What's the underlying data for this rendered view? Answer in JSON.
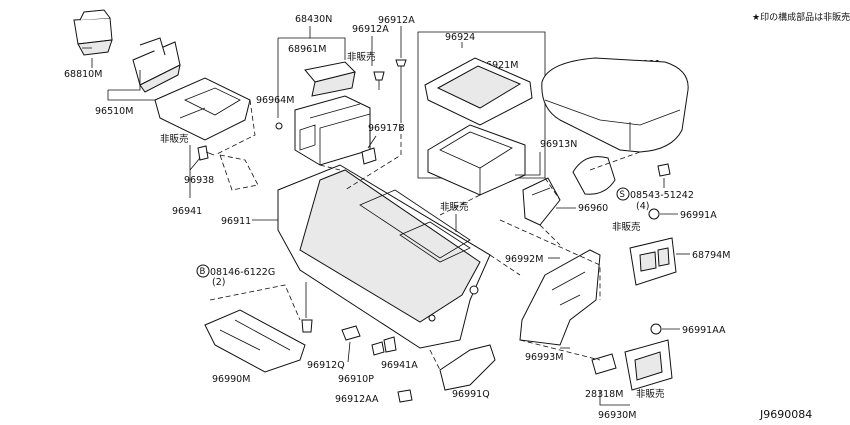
{
  "header_note": "★印の構成部品は非販売",
  "diagram_code": "J9690084",
  "labels": {
    "p68810M": "68810M",
    "p96510M": "96510M",
    "p68430N": "68430N",
    "p96912A_top": "96912A",
    "p96912A_2": "96912A",
    "p68961M": "68961M",
    "hihanbai_1": "非販売",
    "p96964M": "96964M",
    "p96917B": "96917B",
    "p96924": "96924",
    "p96921M": "96921M",
    "p96921": "★96921",
    "hihanbai_2": "非販売",
    "p96938": "96938",
    "p96941": "96941",
    "p96913N": "96913N",
    "p08543": "08543-51242",
    "p08543_qty": "(4)",
    "p96911": "96911",
    "p96960": "96960",
    "p96991A": "96991A",
    "hihanbai_3": "非販売",
    "p68794M": "68794M",
    "p96992M": "96992M",
    "p08146": "08146-6122G",
    "p08146_qty": "(2)",
    "p96991AA": "96991AA",
    "p96912Q": "96912Q",
    "p96993M": "96993M",
    "p96910P": "96910P",
    "p96941A": "96941A",
    "p96990M": "96990M",
    "p28318M": "28318M",
    "hihanbai_4": "非販売",
    "p96912AA": "96912AA",
    "p96991Q": "96991Q",
    "p96930M": "96930M"
  },
  "circle_prefixes": {
    "s_mark": "S",
    "b_mark": "B"
  }
}
